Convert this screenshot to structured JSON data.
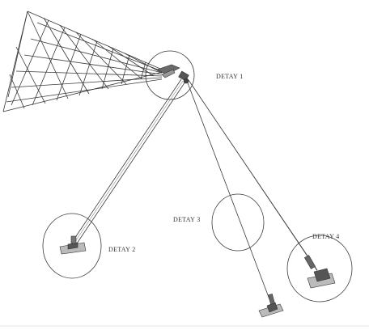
{
  "diagram": {
    "labels": {
      "detail_1": "DETAY 1",
      "detail_2": "DETAY 2",
      "detail_3": "DETAY 3",
      "detail_4": "DETAY 4"
    },
    "colors": {
      "line": "#333333",
      "background": "#ffffff"
    }
  }
}
